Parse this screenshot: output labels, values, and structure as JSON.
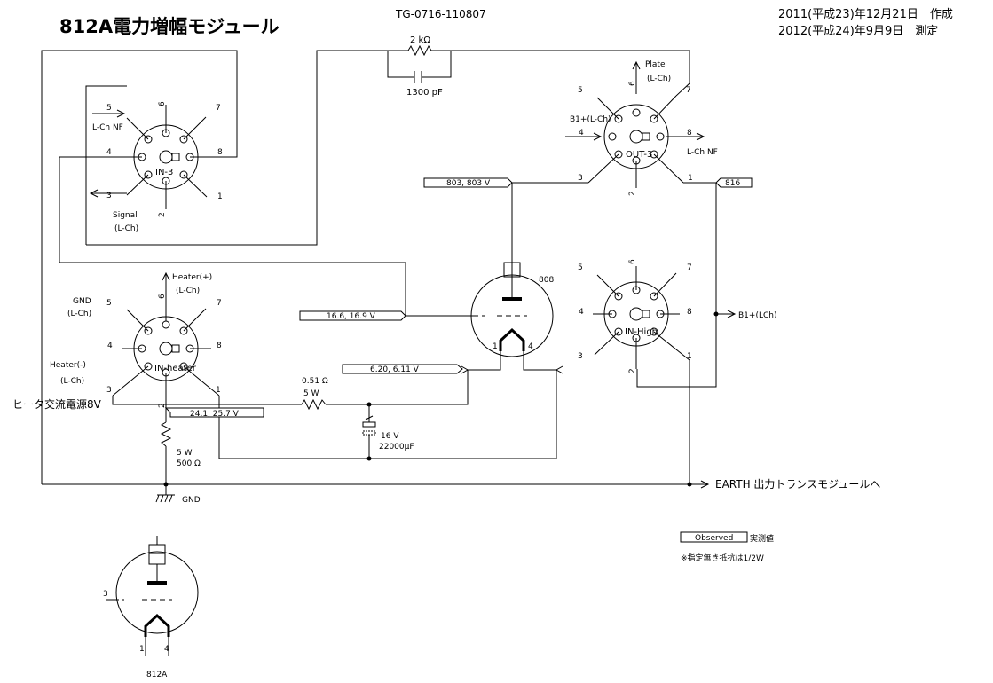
{
  "header": {
    "title": "812A電力増幅モジュール",
    "code": "TG-0716-110807",
    "created": "2011(平成23)年12月21日　作成",
    "measured": "2012(平成24)年9月9日　測定"
  },
  "sockets": {
    "in3": {
      "name": "IN-3",
      "pins": [
        "1",
        "2",
        "3",
        "4",
        "5",
        "6",
        "7",
        "8"
      ],
      "lch_nf": "L-Ch NF",
      "signal": "Signal",
      "signal_ch": "(L-Ch)"
    },
    "out3": {
      "name": "OUT-3",
      "pins": [
        "1",
        "2",
        "3",
        "4",
        "5",
        "6",
        "7",
        "8"
      ],
      "plate": "Plate",
      "plate_ch": "(L-Ch)",
      "b1": "B1+(L-Ch)",
      "lch_nf": "L-Ch NF"
    },
    "heater": {
      "name": "IN-heater",
      "pins": [
        "1",
        "2",
        "3",
        "4",
        "5",
        "6",
        "7",
        "8"
      ],
      "heater_plus": "Heater(+)",
      "heater_plus_ch": "(L-Ch)",
      "gnd": "GND",
      "gnd_ch": "(L-Ch)",
      "heater_minus": "Heater(-)",
      "heater_minus_ch": "(L-Ch)"
    },
    "high": {
      "name": "IN-High",
      "pins": [
        "1",
        "2",
        "3",
        "4",
        "5",
        "6",
        "7",
        "8"
      ]
    }
  },
  "components": {
    "r_feedback": "2 kΩ",
    "c_feedback": "1300 pF",
    "r_heater_v": "0.51 Ω",
    "r_heater_w": "5 W",
    "r_bias_w": "5 W",
    "r_bias": "500 Ω",
    "c_big_v": "16 V",
    "c_big": "22000μF",
    "gnd": "GND",
    "tube": "808",
    "tube_pin1": "1",
    "tube_pin4": "4"
  },
  "measurements": {
    "plate_v": "803, 803 V",
    "grid_v": "16.6, 16.9 V",
    "heater_v": "6.20, 6.11 V",
    "supply_v": "24.1, 25.7 V",
    "b1_num": "816"
  },
  "labels": {
    "b1_lch": "B1+(LCh)",
    "heater_ac": "ヒータ交流電源8V",
    "earth": "EARTH  出力トランスモジュールへ"
  },
  "legend": {
    "box": "Observed",
    "desc": "実測値",
    "note": "※指定無き抵抗は1/2W"
  },
  "symbol": {
    "name": "812A",
    "pin3": "3",
    "pin1": "1",
    "pin4": "4"
  }
}
